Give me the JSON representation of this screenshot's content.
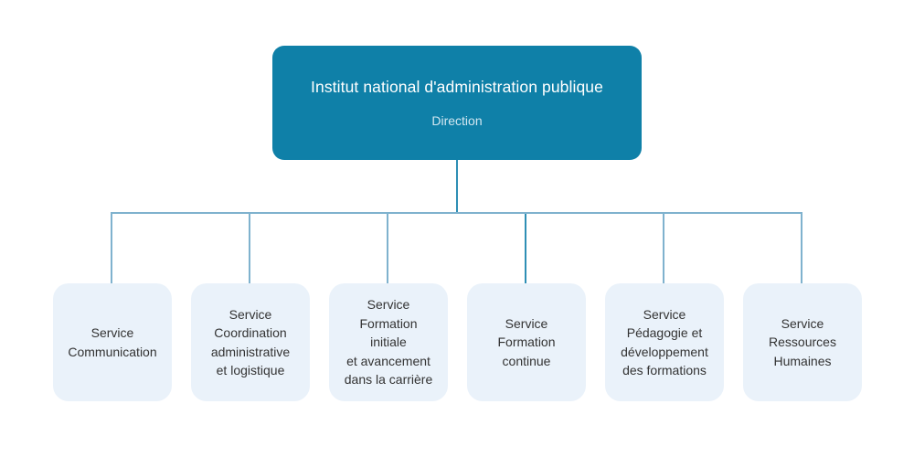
{
  "org_chart": {
    "root": {
      "title": "Institut national d'administration publique",
      "subtitle": "Direction"
    },
    "services": [
      {
        "label": "Service\nCommunication"
      },
      {
        "label": "Service\nCoordination\nadministrative\net logistique"
      },
      {
        "label": "Service\nFormation\ninitiale\net avancement\ndans la carrière"
      },
      {
        "label": "Service\nFormation\ncontinue"
      },
      {
        "label": "Service\nPédagogie et\ndéveloppement\ndes formations"
      },
      {
        "label": "Service\nRessources\nHumaines"
      }
    ],
    "colors": {
      "root_fill": "#0F80A8",
      "root_title_text": "#FFFFFF",
      "root_subtitle_text": "#D3E7F1",
      "service_fill": "#EAF2FA",
      "service_text": "#333333",
      "connector_light": "#7FB2CE",
      "connector_dark": "#2E8FB5",
      "page_bg": "#FFFFFF"
    }
  }
}
